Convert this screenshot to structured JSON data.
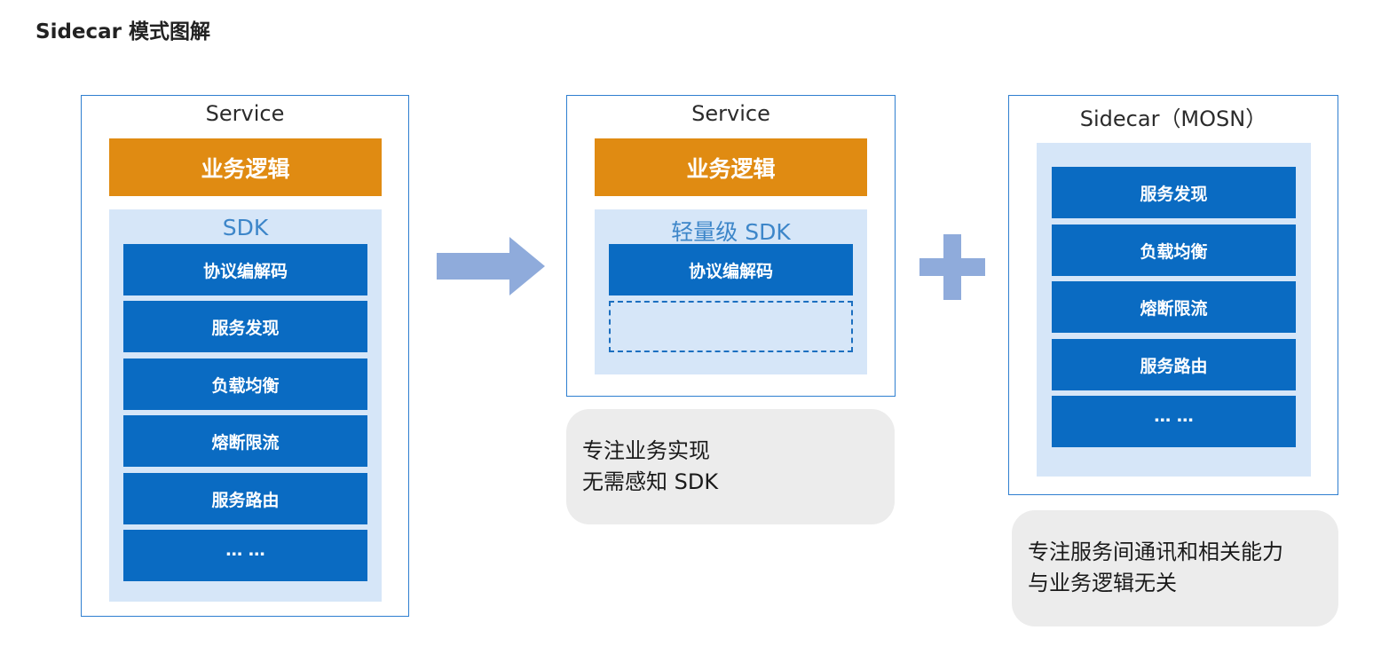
{
  "page_title": "Sidecar 模式图解",
  "left_panel": {
    "title": "Service",
    "business_logic": "业务逻辑",
    "sdk_title": "SDK",
    "items": [
      "协议编解码",
      "服务发现",
      "负载均衡",
      "熔断限流",
      "服务路由",
      "… …"
    ]
  },
  "middle_panel": {
    "title": "Service",
    "business_logic": "业务逻辑",
    "sdk_title": "轻量级 SDK",
    "items": [
      "协议编解码"
    ],
    "note_lines": [
      "专注业务实现",
      "无需感知 SDK"
    ]
  },
  "right_panel": {
    "title": "Sidecar（MOSN）",
    "items": [
      "服务发现",
      "负载均衡",
      "熔断限流",
      "服务路由",
      "… …"
    ],
    "note_lines": [
      "专注服务间通讯和相关能力",
      "与业务逻辑无关"
    ]
  },
  "colors": {
    "panel_border": "#2f7fd0",
    "business_logic": "#e08b12",
    "capability_block": "#0a6bc2",
    "sdk_background": "#d6e6f8",
    "connector": "#8fabdb",
    "note_background": "#ececec"
  },
  "icons": [
    "arrow-right-icon",
    "plus-icon"
  ]
}
